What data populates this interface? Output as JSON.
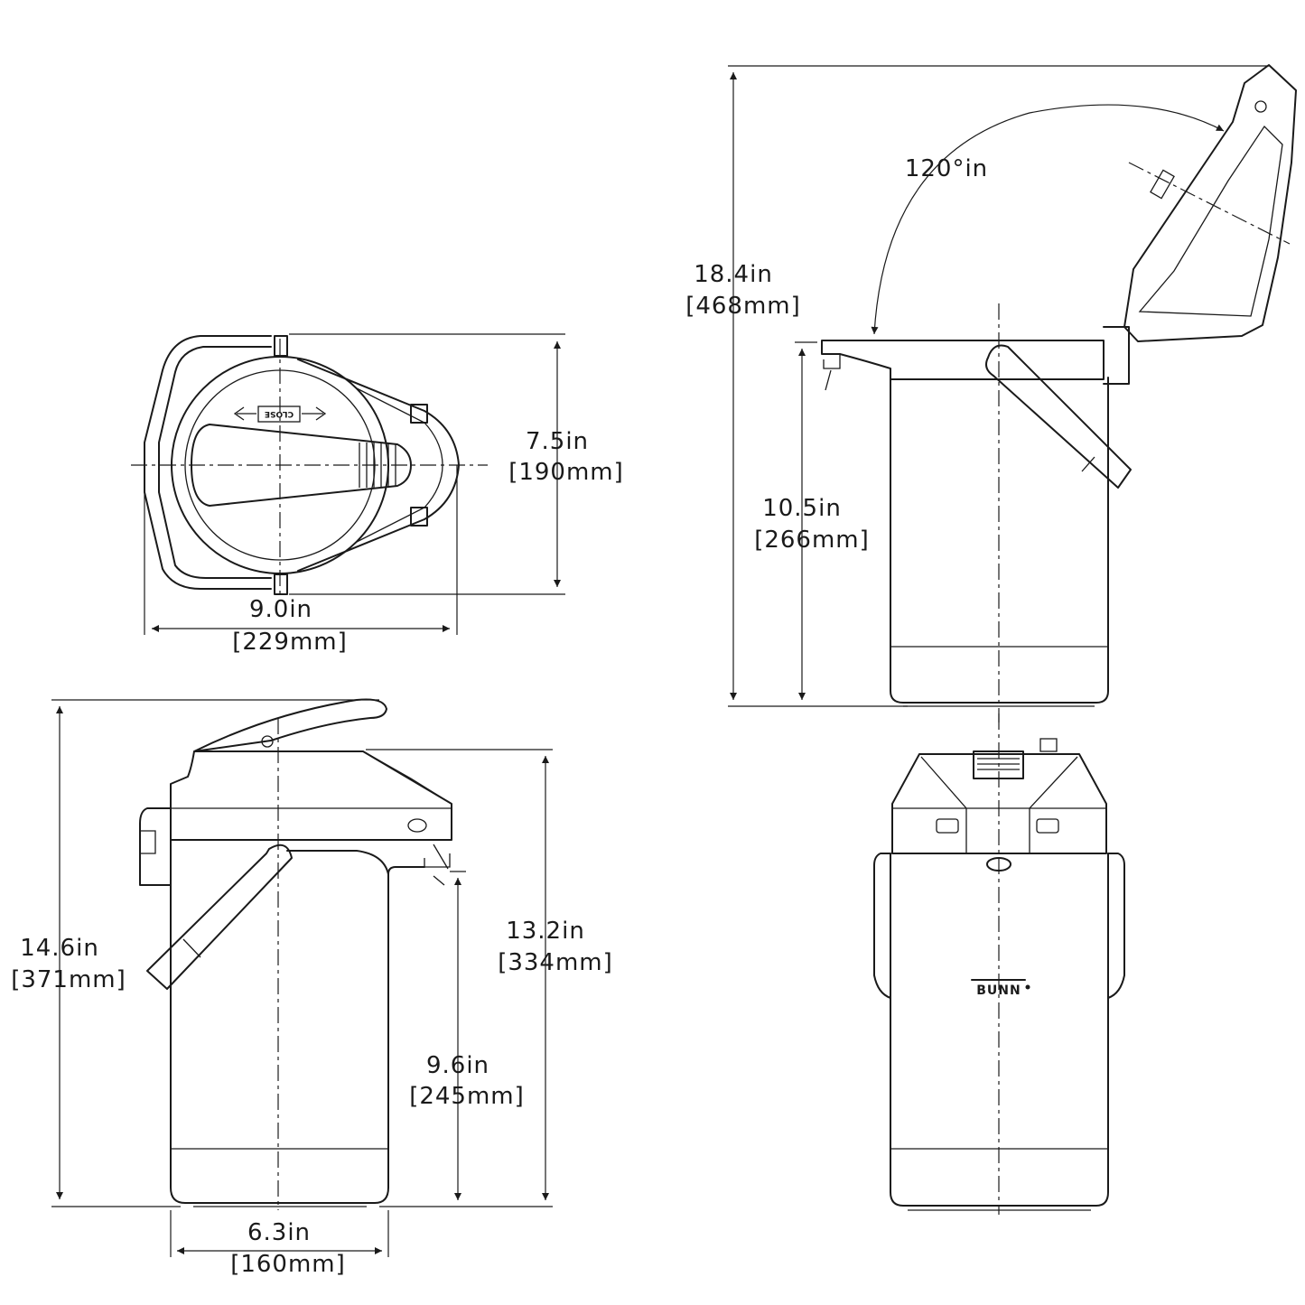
{
  "top_view": {
    "width_in": "9.0in",
    "width_mm": "[229mm]",
    "depth_in": "7.5in",
    "depth_mm": "[190mm]",
    "lock_label": "CLOSE"
  },
  "open_lid_view": {
    "total_height_in": "18.4in",
    "total_height_mm": "[468mm]",
    "spout_height_in": "10.5in",
    "spout_height_mm": "[266mm]",
    "angle_label": "120°in"
  },
  "side_view": {
    "overall_height_in": "14.6in",
    "overall_height_mm": "[371mm]",
    "body_height_in": "13.2in",
    "body_height_mm": "[334mm]",
    "dispense_height_in": "9.6in",
    "dispense_height_mm": "[245mm]",
    "base_width_in": "6.3in",
    "base_width_mm": "[160mm]"
  },
  "front_view": {
    "brand_label": "BUNN"
  }
}
